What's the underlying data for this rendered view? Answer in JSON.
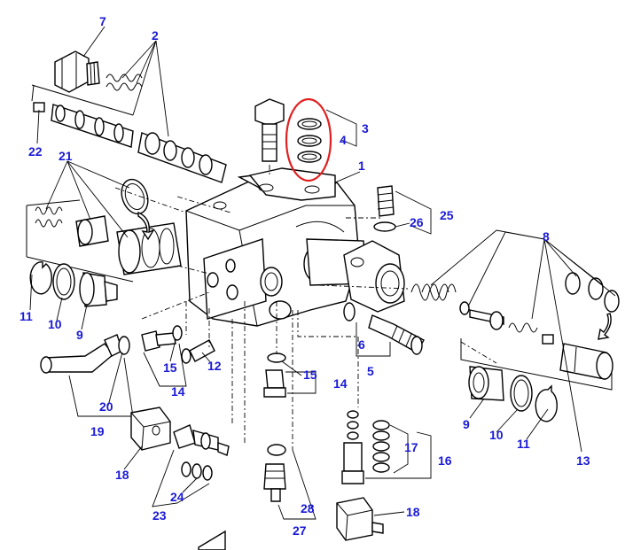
{
  "diagram": {
    "labels": {
      "l1": "1",
      "l2": "2",
      "l3": "3",
      "l4": "4",
      "l5": "5",
      "l6": "6",
      "l7": "7",
      "l8": "8",
      "l9a": "9",
      "l9b": "9",
      "l10a": "10",
      "l10b": "10",
      "l11a": "11",
      "l11b": "11",
      "l12": "12",
      "l13": "13",
      "l14a": "14",
      "l14b": "14",
      "l15a": "15",
      "l15b": "15",
      "l16": "16",
      "l17": "17",
      "l18a": "18",
      "l18b": "18",
      "l19": "19",
      "l20": "20",
      "l21": "21",
      "l22": "22",
      "l23": "23",
      "l24": "24",
      "l25": "25",
      "l26": "26",
      "l27": "27",
      "l28": "28"
    },
    "colors": {
      "label": "#1a1ad6",
      "highlight": "#e02020",
      "line": "#000000"
    },
    "highlighted_part": "4"
  }
}
